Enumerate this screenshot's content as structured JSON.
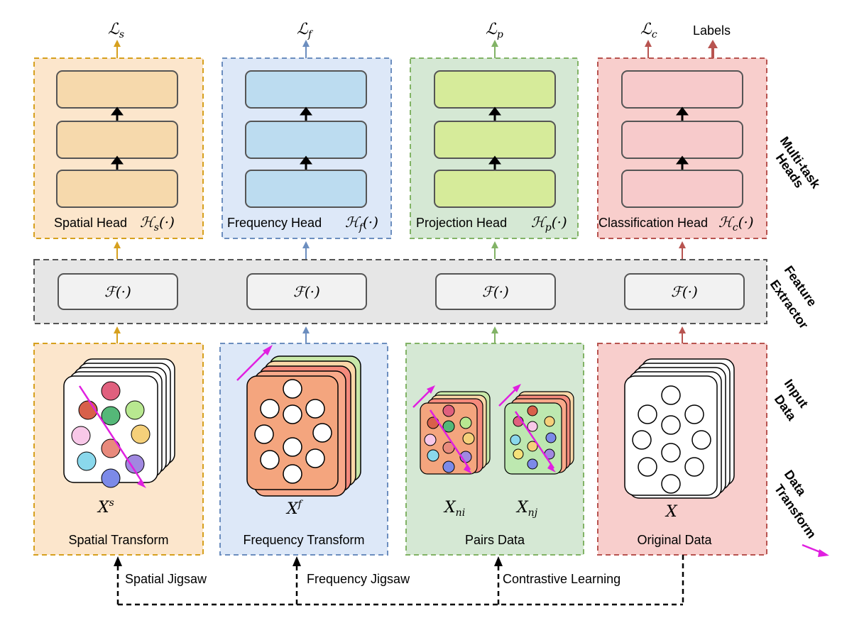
{
  "heads": [
    {
      "loss_main": "ℒ",
      "loss_sub": "s",
      "name": "Spatial Head",
      "sym": "ℋ",
      "sym_sub": "s",
      "arg": "(·)"
    },
    {
      "loss_main": "ℒ",
      "loss_sub": "f",
      "name": "Frequency Head",
      "sym": "ℋ",
      "sym_sub": "f",
      "arg": "(·)"
    },
    {
      "loss_main": "ℒ",
      "loss_sub": "p",
      "name": "Projection Head",
      "sym": "ℋ",
      "sym_sub": "p",
      "arg": "(·)"
    },
    {
      "loss_main": "ℒ",
      "loss_sub": "c",
      "name": "Classification Head",
      "sym": "ℋ",
      "sym_sub": "c",
      "arg": "(·)"
    }
  ],
  "labels_text": "Labels",
  "extractor": "ℱ(·)",
  "side_labels": {
    "heads": [
      "Multi-task",
      "Heads"
    ],
    "extractor": [
      "Feature",
      "Extractor"
    ],
    "input": [
      "Input",
      "Data"
    ],
    "transform": [
      "Data",
      "Transform"
    ]
  },
  "inputs": [
    {
      "name": "Spatial Transform",
      "var": "X",
      "sup": "s"
    },
    {
      "name": "Frequency Transform",
      "var": "X",
      "sup": "f"
    },
    {
      "name": "Pairs Data",
      "var_i": "X",
      "sub_i": "ni",
      "var_j": "X",
      "sub_j": "nj"
    },
    {
      "name": "Original Data",
      "var": "X"
    }
  ],
  "bottom_labels": [
    "Spatial Jigsaw",
    "Frequency Jigsaw",
    "Contrastive Learning"
  ],
  "colors": {
    "orange_fill": "#fce6cc",
    "orange_stroke": "#d6a01e",
    "orange_block": "#f6d9ac",
    "blue_fill": "#dde8f8",
    "blue_stroke": "#6c8ebf",
    "blue_block": "#bcdcf0",
    "green_fill": "#d5e8d4",
    "green_stroke": "#82b366",
    "green_block": "#d6eb9a",
    "red_fill": "#f8cecc",
    "red_stroke": "#b85450",
    "red_block": "#f7cacb",
    "gray_fill": "#e6e6e6",
    "gray_stroke": "#555555",
    "arrow": "#e020e0"
  }
}
